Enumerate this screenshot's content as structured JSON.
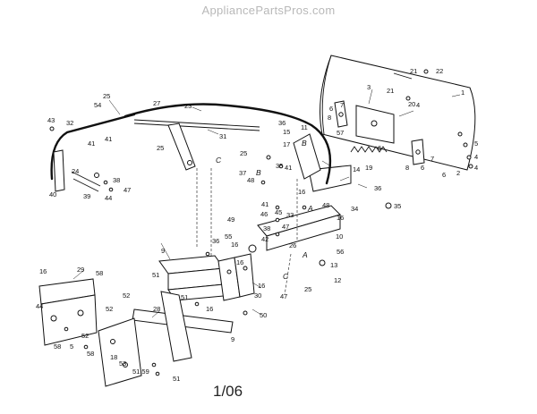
{
  "watermark": "AppliancePartsPros.com",
  "page_number": "1/06",
  "letters": {
    "A": "A",
    "B": "B",
    "C": "C"
  },
  "callouts": {
    "n1": "1",
    "n2": "2",
    "n3": "3",
    "n4": "4",
    "n5": "5",
    "n6": "6",
    "n7": "7",
    "n8": "8",
    "n9": "9",
    "n10": "10",
    "n11": "11",
    "n12": "12",
    "n13": "13",
    "n14": "14",
    "n15": "15",
    "n16": "16",
    "n17": "17",
    "n18": "18",
    "n19": "19",
    "n20": "20",
    "n21": "21",
    "n22": "22",
    "n23": "23",
    "n24": "24",
    "n25": "25",
    "n26": "26",
    "n27": "27",
    "n28": "28",
    "n29": "29",
    "n30": "30",
    "n31": "31",
    "n32": "32",
    "n33": "33",
    "n34": "34",
    "n35": "35",
    "n36": "36",
    "n37": "37",
    "n38": "38",
    "n39": "39",
    "n40": "40",
    "n41": "41",
    "n42": "42",
    "n43": "43",
    "n44": "44",
    "n45": "45",
    "n46": "46",
    "n47": "47",
    "n48": "48",
    "n49": "49",
    "n50": "50",
    "n51": "51",
    "n52": "52",
    "n53": "53",
    "n54": "54",
    "n55": "55",
    "n56": "56",
    "n57": "57",
    "n58": "58",
    "n5159": "51,59"
  }
}
